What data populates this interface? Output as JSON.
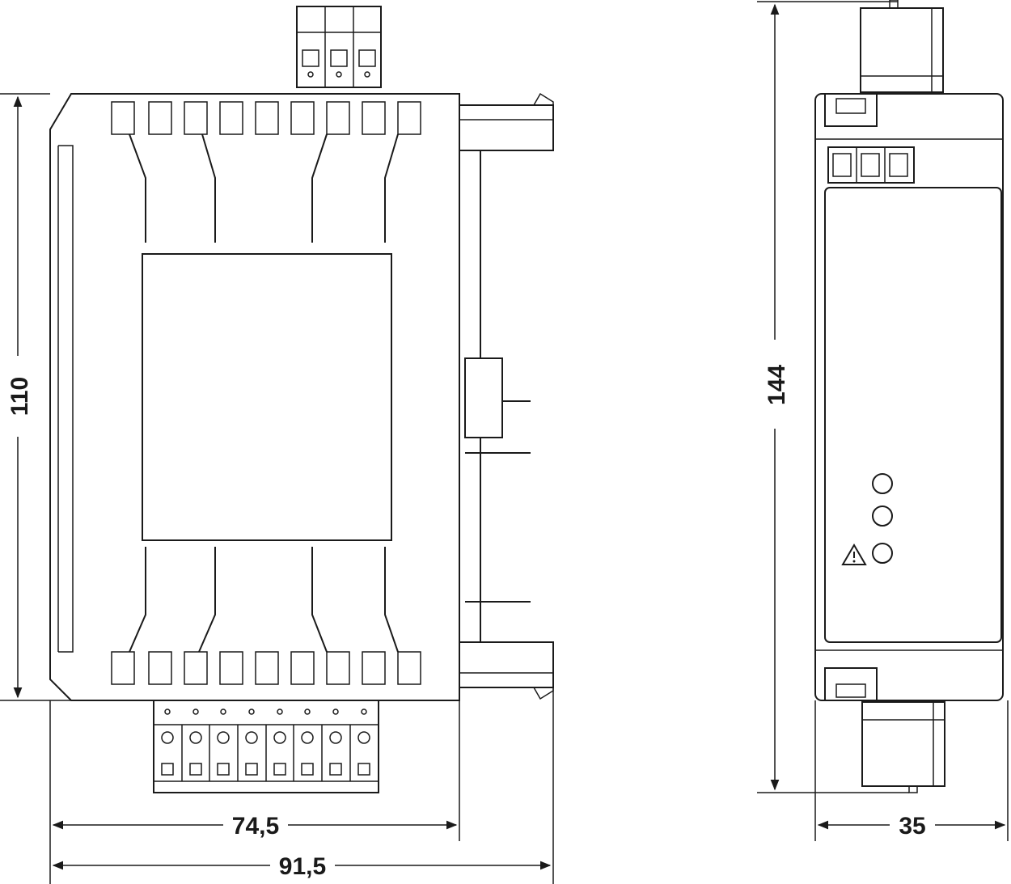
{
  "dimensions": {
    "height_front": "110",
    "height_side": "144",
    "width_body": "74,5",
    "width_total": "91,5",
    "depth_side": "35"
  },
  "icons": {
    "warning": "warning-triangle-icon",
    "indicator": "led-indicator-icon"
  },
  "colors": {
    "line": "#1a1a1a",
    "background": "#ffffff"
  }
}
